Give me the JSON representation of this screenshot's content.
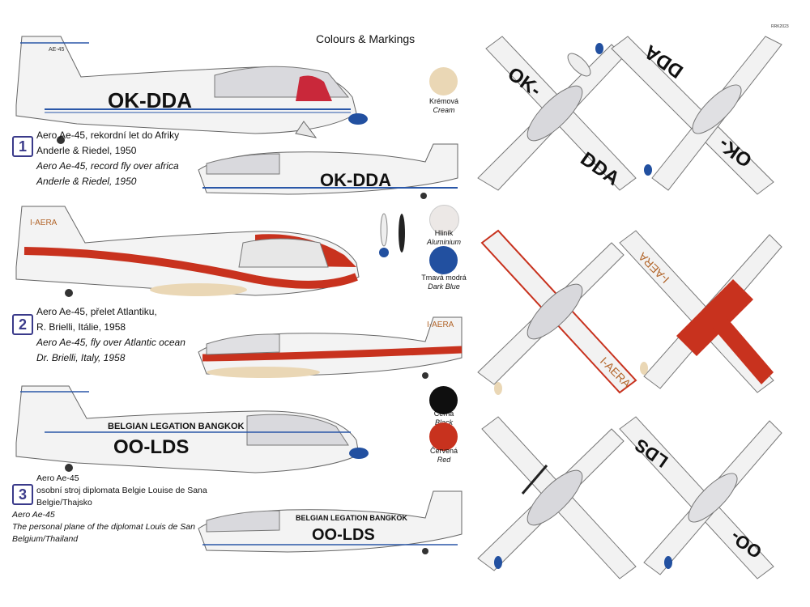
{
  "header": {
    "title": "Colours & Markings",
    "code": "RRK2023"
  },
  "schemes": [
    {
      "number": "1",
      "lines_cz": [
        "Aero Ae-45, rekordní let do Afriky",
        "Anderle & Riedel, 1950"
      ],
      "lines_en": [
        "Aero Ae-45, record fly over africa",
        "Anderle & Riedel, 1950"
      ],
      "registration": "OK-DDA",
      "fin_text": "AE-45"
    },
    {
      "number": "2",
      "lines_cz": [
        "Aero Ae-45, přelet Atlantiku,",
        "R. Brielli, Itálie, 1958"
      ],
      "lines_en": [
        "Aero Ae-45, fly over Atlantic ocean",
        "Dr. Brielli, Italy, 1958"
      ],
      "registration": "I-AERA"
    },
    {
      "number": "3",
      "lines_cz": [
        "Aero Ae-45",
        "osobní stroj diplomata Belgie Louise de Sana",
        "Belgie/Thajsko"
      ],
      "lines_en": [
        "Aero Ae-45",
        "The personal plane of the diplomat Louis de San",
        "Belgium/Thailand"
      ],
      "registration": "OO-LDS",
      "fuselage_text": "BELGIAN LEGATION BANGKOK"
    }
  ],
  "swatches": [
    {
      "cz": "Krémová",
      "en": "Cream",
      "color": "#ead7b5"
    },
    {
      "cz": "Hliník",
      "en": "Aluminium",
      "color": "#ece8e6"
    },
    {
      "cz": "Tmavá modrá",
      "en": "Dark Blue",
      "color": "#2250a0"
    },
    {
      "cz": "Černá",
      "en": "Black",
      "color": "#0f0f0f"
    },
    {
      "cz": "Červená",
      "en": "Red",
      "color": "#c8321e"
    }
  ],
  "planform_marks": [
    "OK-",
    "DDA",
    "I-AERA",
    "OO-",
    "LDS"
  ]
}
